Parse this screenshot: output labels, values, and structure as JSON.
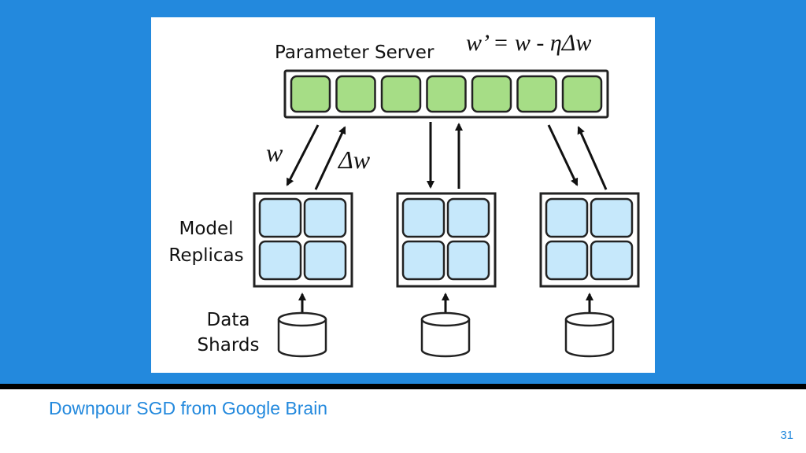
{
  "figure": {
    "server_label": "Parameter Server",
    "update_rule": "w’ = w - ηΔw",
    "w_label": "w",
    "delta_w_label": "Δw",
    "replicas_label_line1": "Model",
    "replicas_label_line2": "Replicas",
    "shards_label_line1": "Data",
    "shards_label_line2": "Shards",
    "colors": {
      "server_cell": "#a6dd86",
      "replica_cell": "#c6e8fb",
      "outline": "#222222"
    }
  },
  "caption": "Downpour SGD from Google Brain",
  "slide_number": "31"
}
